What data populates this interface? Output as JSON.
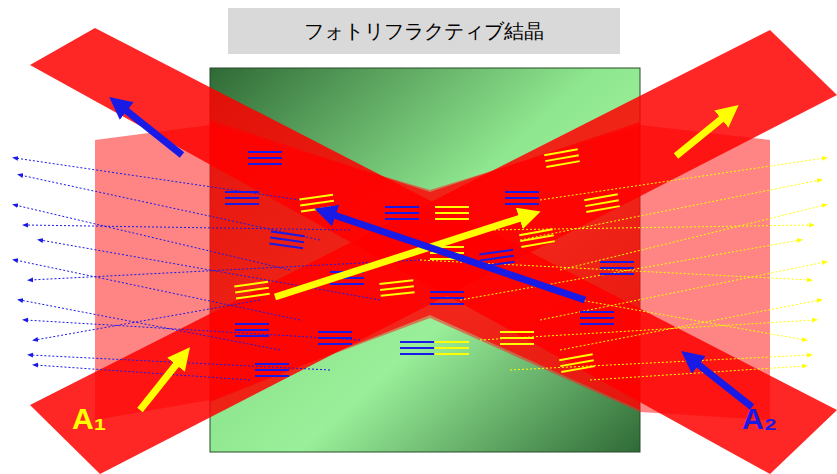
{
  "diagram": {
    "title": "フォトリフラクティブ結晶",
    "labels": [
      "A₁",
      "A₂"
    ]
  }
}
